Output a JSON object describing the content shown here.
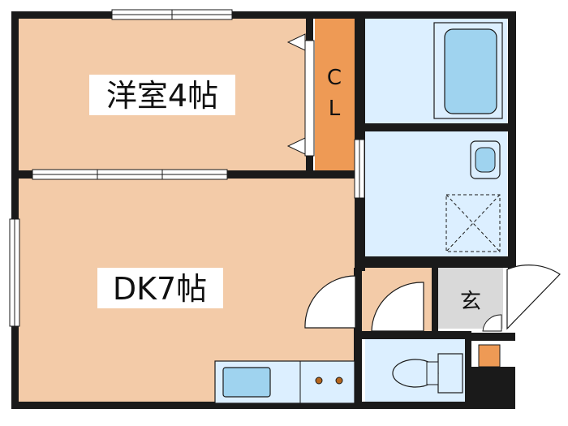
{
  "floor_plan": {
    "rooms": {
      "western_room": {
        "label": "洋室4帖"
      },
      "closet": {
        "label_top": "C",
        "label_bottom": "L"
      },
      "dk": {
        "label": "DK7帖"
      },
      "entrance": {
        "label": "玄"
      }
    },
    "colors": {
      "wall": "#1a1a1a",
      "living_floor": "#f3cba8",
      "closet": "#ee9a55",
      "wet_area": "#dcefff",
      "fixture": "#9fd3ef",
      "entrance_floor": "#d9d9d9",
      "meter_box": "#ee9a55"
    },
    "icons": [
      "bathtub-icon",
      "sink-icon",
      "washer-pan-icon",
      "toilet-icon",
      "kitchen-sink-icon",
      "stove-icon"
    ]
  }
}
